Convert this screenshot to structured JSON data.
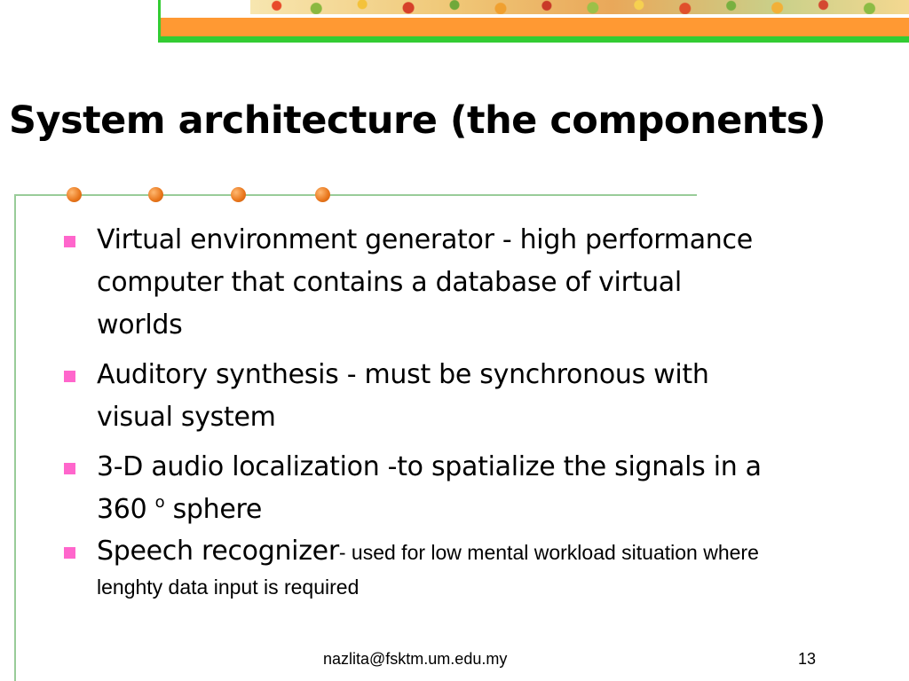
{
  "slide": {
    "title": "System architecture (the components)",
    "bullets": [
      {
        "text": "Virtual environment generator - high performance computer that contains a database of virtual worlds"
      },
      {
        "text": "Auditory synthesis - must be synchronous with visual system"
      },
      {
        "text_before": "3-D audio localization -to spatialize the signals in a 360 ",
        "superscript": "o",
        "text_after": " sphere"
      },
      {
        "lead": "Speech recognizer",
        "detail": "- used for low mental workload situation where lenghty data input is required"
      }
    ]
  },
  "footer": {
    "email": "nazlita@fsktm.um.edu.my",
    "page_number": "13"
  },
  "colors": {
    "banner_orange": "#ff9933",
    "banner_green": "#33cc33",
    "divider_green": "#99cc99",
    "dot_orange": "#e8751a",
    "bullet_pink": "#ff66cc"
  }
}
